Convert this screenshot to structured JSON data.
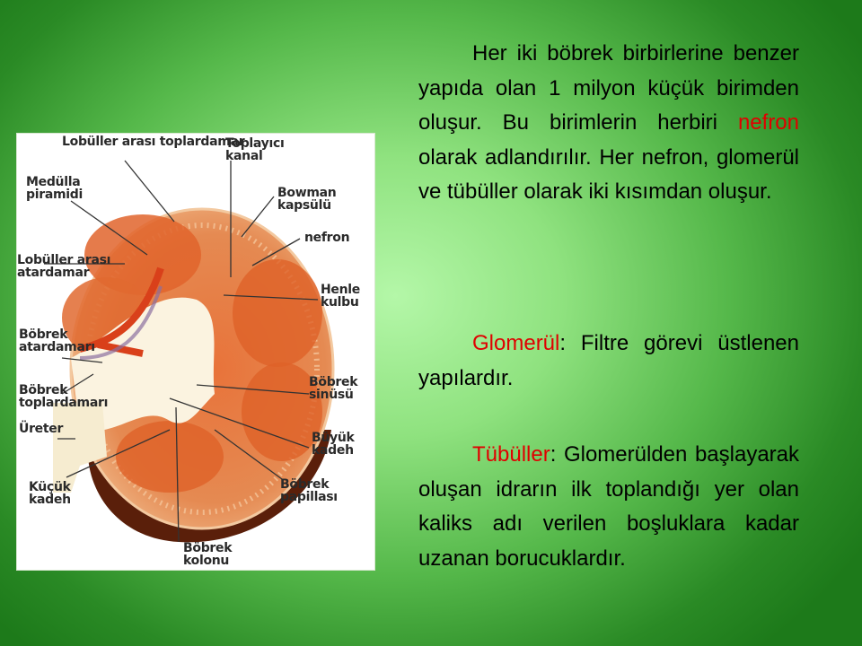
{
  "figure": {
    "labels": {
      "lobuller_arasi_toplardamar": "Lobüller arası toplardamar",
      "toplayici_kanal": "Toplayıcı kanal",
      "medulla_piramidi": "Medülla piramidi",
      "bowman_kapsulu": "Bowman kapsülü",
      "nefron": "nefron",
      "lobuller_arasi_atardamar": "Lobüller arası atardamar",
      "henle_kulbu": "Henle kulbu",
      "bobrek_atardamari": "Böbrek atardamarı",
      "bobrek_toplardamari": "Böbrek toplardamarı",
      "bobrek_sinusu": "Böbrek sinüsü",
      "ureter": "Üreter",
      "buyuk_kadeh": "Büyük kadeh",
      "kucuk_kadeh": "Küçük kadeh",
      "bobrek_papillasi": "Böbrek papillası",
      "bobrek_kolonu": "Böbrek kolonu"
    }
  },
  "text": {
    "p1": {
      "before": "Her iki böbrek birbirlerine benzer yapıda olan 1 milyon küçük birimden oluşur. Bu birimlerin herbiri ",
      "highlight": "nefron",
      "after": " olarak adlandırılır. Her nefron, glomerül ve tübüller olarak iki kısımdan oluşur."
    },
    "p2": {
      "highlight": "Glomerül",
      "after": ": Filtre görevi üstlenen yapılardır."
    },
    "p3": {
      "highlight": "Tübüller",
      "after": ": Glomerülden başlayarak oluşan idrarın ilk toplandığı yer olan kaliks adı verilen boşluklara kadar uzanan borucuklardır."
    }
  },
  "colors": {
    "highlight": "#e00000",
    "background_center": "#b4f7a8",
    "background_edge": "#1d7a1a"
  }
}
